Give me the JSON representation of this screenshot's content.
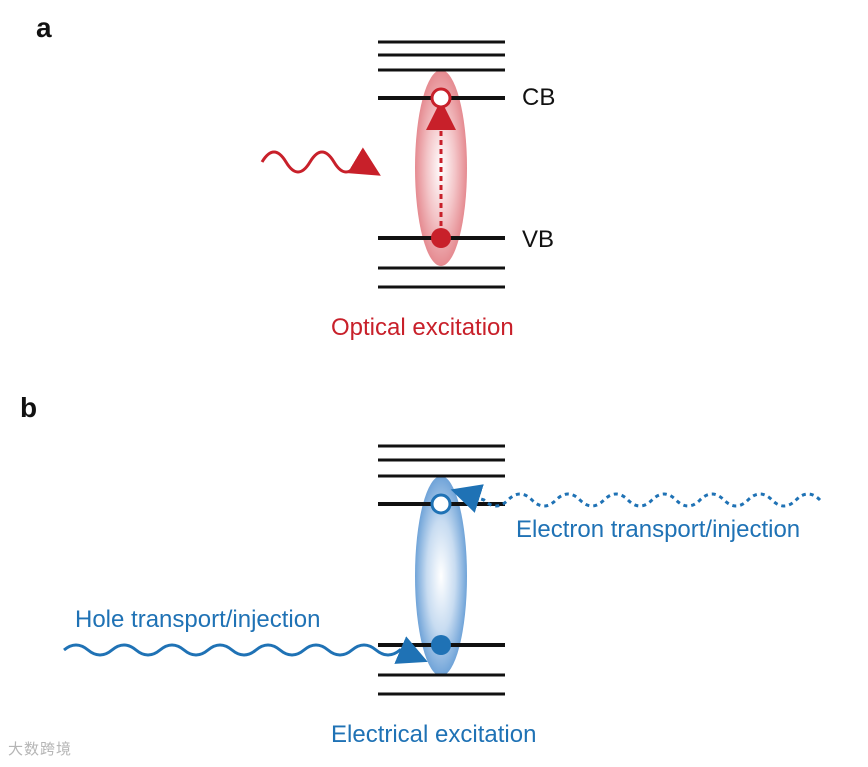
{
  "panel_a": {
    "letter": "a",
    "cb_label": "CB",
    "vb_label": "VB",
    "caption": "Optical excitation",
    "accent_color": "#c8202a"
  },
  "panel_b": {
    "letter": "b",
    "electron_label": "Electron transport/injection",
    "hole_label": "Hole transport/injection",
    "caption": "Electrical excitation",
    "accent_color": "#1f72b5"
  },
  "watermark": "大数跨境"
}
